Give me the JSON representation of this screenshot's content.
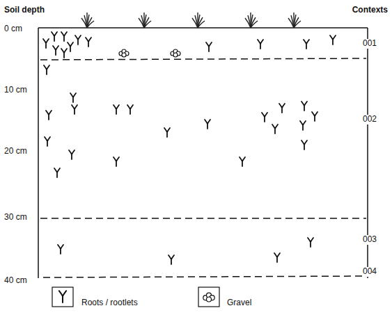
{
  "diagram": {
    "labels": [
      "Soil depth",
      "Contexts",
      "0 cm",
      "10 cm",
      "20 cm",
      "30 cm",
      "40 cm",
      "001",
      "002",
      "003",
      "004"
    ],
    "legend": [
      {
        "text": "Roots / rootlets"
      },
      {
        "text": "Gravel"
      }
    ]
  }
}
